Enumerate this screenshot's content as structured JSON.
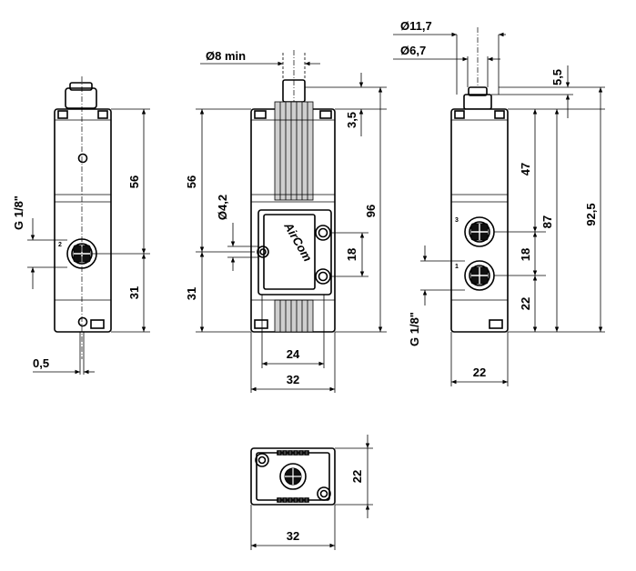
{
  "logo_text": "AirCom",
  "port_labels": {
    "port_2": "2",
    "port_3": "3",
    "port_1": "1"
  },
  "left_view": {
    "dim_56": "56",
    "dim_31": "31",
    "dim_g18": "G 1/8\"",
    "dim_05": "0,5"
  },
  "front_view": {
    "dim_8min": "Ø8 min",
    "dim_35": "3,5",
    "dim_56": "56",
    "dim_42": "Ø4,2",
    "dim_31": "31",
    "dim_96": "96",
    "dim_18": "18",
    "dim_24": "24",
    "dim_32": "32"
  },
  "right_view": {
    "dim_117": "Ø11,7",
    "dim_67": "Ø6,7",
    "dim_55": "5,5",
    "dim_47": "47",
    "dim_87": "87",
    "dim_925": "92,5",
    "dim_18": "18",
    "dim_22v": "22",
    "dim_g18": "G 1/8\"",
    "dim_22h": "22"
  },
  "bottom_view": {
    "dim_22": "22",
    "dim_32": "32"
  }
}
